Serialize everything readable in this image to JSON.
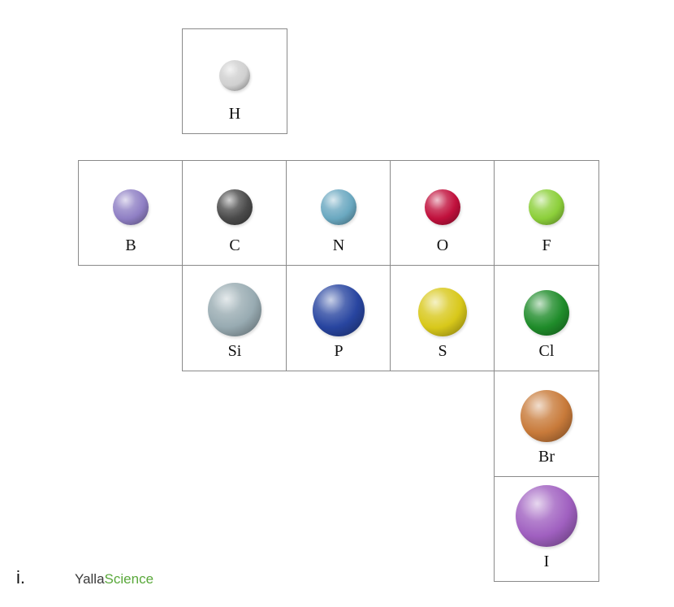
{
  "elements": [
    {
      "symbol": "H",
      "color": "#d0d0d0"
    },
    {
      "symbol": "B",
      "color": "#8f7fc4"
    },
    {
      "symbol": "C",
      "color": "#4a4a4a"
    },
    {
      "symbol": "N",
      "color": "#6aa8c0"
    },
    {
      "symbol": "O",
      "color": "#c0103c"
    },
    {
      "symbol": "F",
      "color": "#8ccf3a"
    },
    {
      "symbol": "Si",
      "color": "#98abb2"
    },
    {
      "symbol": "P",
      "color": "#2845a0"
    },
    {
      "symbol": "S",
      "color": "#d8c81a"
    },
    {
      "symbol": "Cl",
      "color": "#1f8c2a"
    },
    {
      "symbol": "Br",
      "color": "#c87a3a"
    },
    {
      "symbol": "I",
      "color": "#a060c0"
    }
  ],
  "footer": {
    "marker": "i.",
    "logo_part1": "Yalla",
    "logo_part2": "Science"
  }
}
